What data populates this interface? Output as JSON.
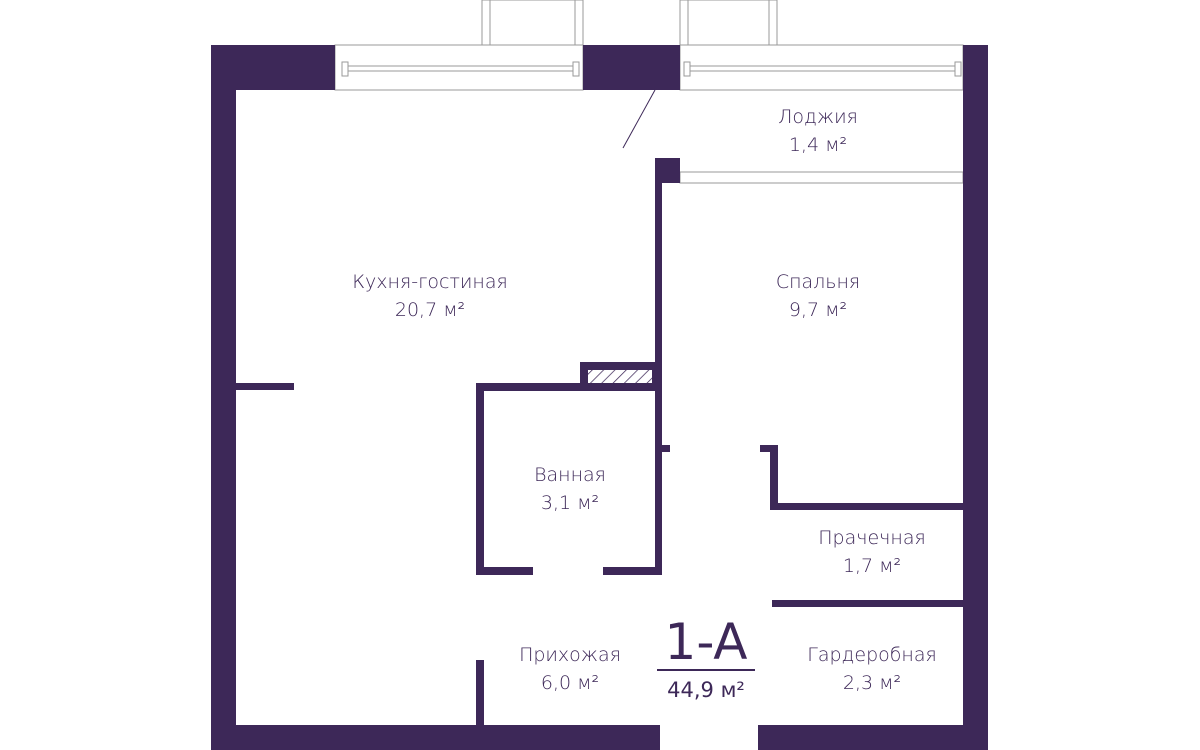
{
  "plan": {
    "code": "1-A",
    "total_area": "44,9 м²",
    "wall_color": "#3d2858",
    "rooms": [
      {
        "name": "Кухня-гостиная",
        "area": "20,7 м²"
      },
      {
        "name": "Лоджия",
        "area": "1,4 м²"
      },
      {
        "name": "Спальня",
        "area": "9,7 м²"
      },
      {
        "name": "Ванная",
        "area": "3,1 м²"
      },
      {
        "name": "Прачечная",
        "area": "1,7 м²"
      },
      {
        "name": "Прихожая",
        "area": "6,0 м²"
      },
      {
        "name": "Гардеробная",
        "area": "2,3 м²"
      }
    ]
  }
}
